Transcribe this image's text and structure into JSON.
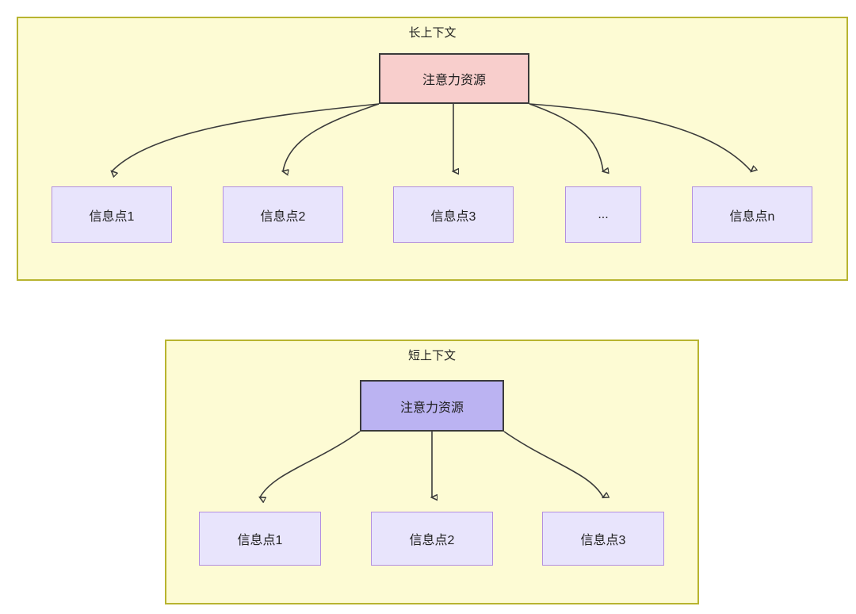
{
  "diagram": {
    "type": "flow",
    "background": "#ffffff",
    "panel_fill": "#fdfbd4",
    "panel_stroke": "#b8b430",
    "edge_color": "#3b3b3b",
    "panels": [
      {
        "id": "long-context",
        "title": "长上下文",
        "hub": {
          "label": "注意力资源",
          "fill": "#f8cecc",
          "stroke": "#3b3b3b"
        },
        "leaves": [
          {
            "label": "信息点1",
            "fill": "#e8e4fc",
            "stroke": "#b38fe0"
          },
          {
            "label": "信息点2",
            "fill": "#e8e4fc",
            "stroke": "#b38fe0"
          },
          {
            "label": "信息点3",
            "fill": "#e8e4fc",
            "stroke": "#b38fe0"
          },
          {
            "label": "...",
            "fill": "#e8e4fc",
            "stroke": "#b38fe0"
          },
          {
            "label": "信息点n",
            "fill": "#e8e4fc",
            "stroke": "#b38fe0"
          }
        ]
      },
      {
        "id": "short-context",
        "title": "短上下文",
        "hub": {
          "label": "注意力资源",
          "fill": "#bbb3f2",
          "stroke": "#3b3b3b"
        },
        "leaves": [
          {
            "label": "信息点1",
            "fill": "#e8e4fc",
            "stroke": "#b38fe0"
          },
          {
            "label": "信息点2",
            "fill": "#e8e4fc",
            "stroke": "#b38fe0"
          },
          {
            "label": "信息点3",
            "fill": "#e8e4fc",
            "stroke": "#b38fe0"
          }
        ]
      }
    ]
  }
}
